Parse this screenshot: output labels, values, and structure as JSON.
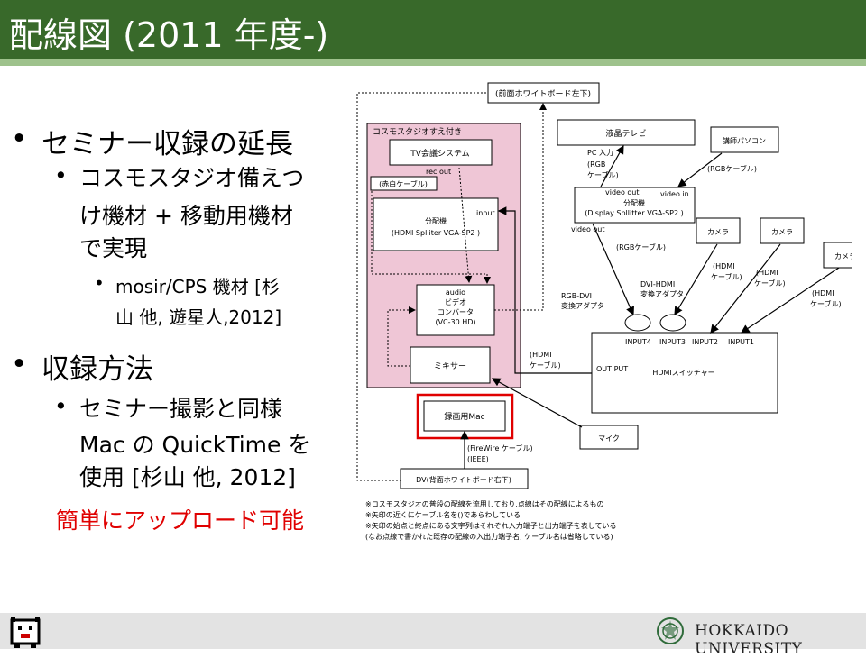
{
  "slide": {
    "title": "配線図 (2011 年度-)",
    "bullets": {
      "b1": "セミナー収録の延長",
      "b1_1_a": "コスモスタジオ備えつ",
      "b1_1_b": "け機材 + 移動用機材",
      "b1_1_c": "で実現",
      "b1_1_1_a": "mosir/CPS 機材 [杉",
      "b1_1_1_b": "山 他, 遊星人,2012]",
      "b2": "収録方法",
      "b2_1_a": "セミナー撮影と同様",
      "b2_1_b": "Mac の QuickTime を",
      "b2_1_c": "使用 [杉山 他, 2012]",
      "red_note": "簡単にアップロード可能"
    },
    "footer": {
      "university": "HOKKAIDO UNIVERSITY"
    }
  },
  "diagram": {
    "whiteboard_top_left": "(前面ホワイトボード左下)",
    "studio_label": "コスモスタジオすえ付き",
    "tv_conf": "TV会議システム",
    "rec_out": "rec out",
    "red_white_cable": "(赤白ケーブル)",
    "splitter_title": "分配機",
    "splitter_model": "(HDMI Splliter VGA-SP2 )",
    "input": "input",
    "converter_audio": "audio",
    "converter_video": "ビデオ",
    "converter_conv": "コンバータ",
    "converter_model": "(VC-30 HD)",
    "mixer": "ミキサー",
    "rec_mac": "録画用Mac",
    "lcd_tv": "液晶テレビ",
    "pc_input": "PC 入力",
    "rgb_cable_1a": "(RGB",
    "rgb_cable_1b": "ケーブル)",
    "lecturer_pc": "講師パソコン",
    "rgb_cable_2": "(RGBケーブル)",
    "video_out_top": "video out",
    "video_in": "video in",
    "splitter2_title": "分配機",
    "splitter2_model": "(Display Spllitter VGA-SP2 )",
    "video_out_bottom": "video out",
    "rgb_cable_3": "(RGBケーブル)",
    "camera_1": "カメラ",
    "camera_2": "カメラ",
    "camera_3": "カメラ",
    "hdmi_1a": "(HDMI",
    "hdmi_1b": "ケーブル)",
    "hdmi_2a": "(HDMI",
    "hdmi_2b": "ケーブル)",
    "hdmi_3a": "(HDMI",
    "hdmi_3b": "ケーブル)",
    "rgb_dvi_a": "RGB-DVI",
    "rgb_dvi_b": "変換アダプタ",
    "dvi_hdmi_a": "DVI-HDMI",
    "dvi_hdmi_b": "変換アダプタ",
    "input4": "INPUT4",
    "input3": "INPUT3",
    "input2": "INPUT2",
    "input1": "INPUT1",
    "out_put": "OUT PUT",
    "hdmi_switcher": "HDMIスイッチャー",
    "hdmi_out_a": "(HDMI",
    "hdmi_out_b": "ケーブル)",
    "mic": "マイク",
    "firewire_a": "(FireWire ケーブル)",
    "firewire_b": "(IEEE)",
    "whiteboard_bottom_right": "DV(背面ホワイトボード右下)",
    "note_1": "※コスモスタジオの普段の配線を流用しており,点線はその配線によるもの",
    "note_2": "※矢印の近くにケーブル名を()であらわしている",
    "note_3": "※矢印の始点と終点にある文字列はそれぞれ入力端子と出力端子を表している",
    "note_4": "(なお点線で書かれた既存の配線の入出力端子名, ケーブル名は省略している)"
  },
  "colors": {
    "title_bar": "#38692a",
    "title_line": "#9ec28c",
    "studio_fill": "#efc6d6",
    "highlight": "#e00000"
  }
}
